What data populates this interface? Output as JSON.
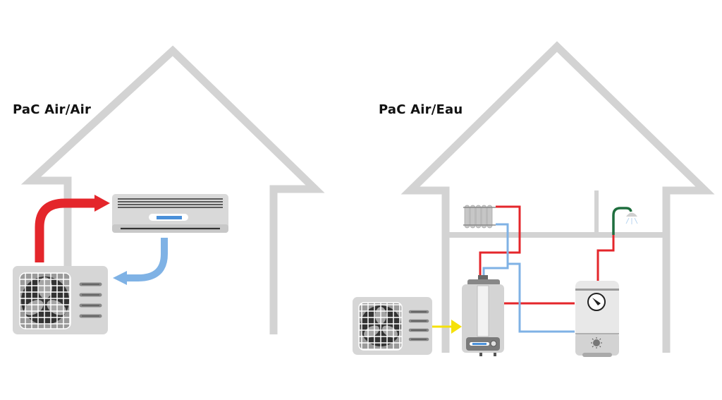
{
  "diagrams": [
    {
      "id": "air-air",
      "title": "PaC Air/Air",
      "components": [
        "outdoor-unit",
        "indoor-split-unit",
        "hot-air-flow",
        "cold-air-return"
      ]
    },
    {
      "id": "air-eau",
      "title": "PaC Air/Eau",
      "components": [
        "outdoor-unit",
        "heat-pump-module",
        "radiator",
        "water-heater-tank",
        "shower-head",
        "hot-water-pipes",
        "cold-water-pipes",
        "energy-transfer-arrow"
      ]
    }
  ],
  "colors": {
    "house_outline": "#d3d3d3",
    "hot": "#e4262b",
    "cold": "#7fb2e5",
    "energy": "#f5e10a",
    "shower_pipe": "#1e6e3e",
    "unit_body": "#d6d6d6",
    "unit_dark": "#3a3a3a",
    "display_blue": "#4a90d9"
  }
}
